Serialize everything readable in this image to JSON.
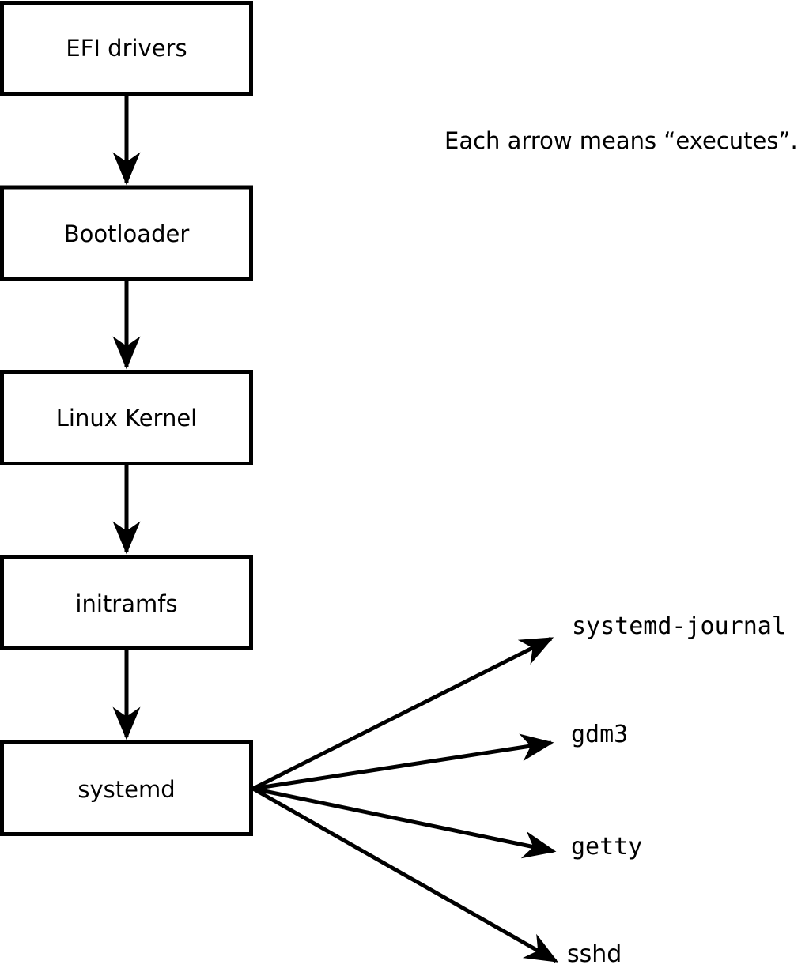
{
  "note": "Each arrow means “executes”.",
  "chain": [
    "EFI drivers",
    "Bootloader",
    "Linux Kernel",
    "initramfs",
    "systemd"
  ],
  "fanout": [
    "systemd-journal",
    "gdm3",
    "getty",
    "sshd"
  ],
  "colors": {
    "line": "#000000",
    "box_fill": "#ffffff",
    "text": "#000000",
    "background": "#ffffff"
  }
}
